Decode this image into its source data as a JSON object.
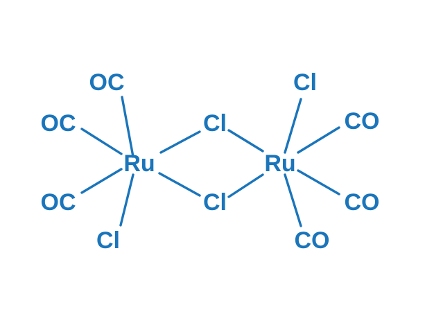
{
  "molecule": {
    "ru_left": "Ru",
    "ru_right": "Ru",
    "bridge_top": "Cl",
    "bridge_bottom": "Cl",
    "left_ligands": {
      "top": "OC",
      "upper_left": "OC",
      "lower_left": "OC",
      "bottom": "Cl"
    },
    "right_ligands": {
      "top": "Cl",
      "upper_right": "CO",
      "lower_right": "CO",
      "bottom": "CO"
    }
  },
  "colors": {
    "structure": "#1a75bb",
    "background": "#ffffff"
  }
}
